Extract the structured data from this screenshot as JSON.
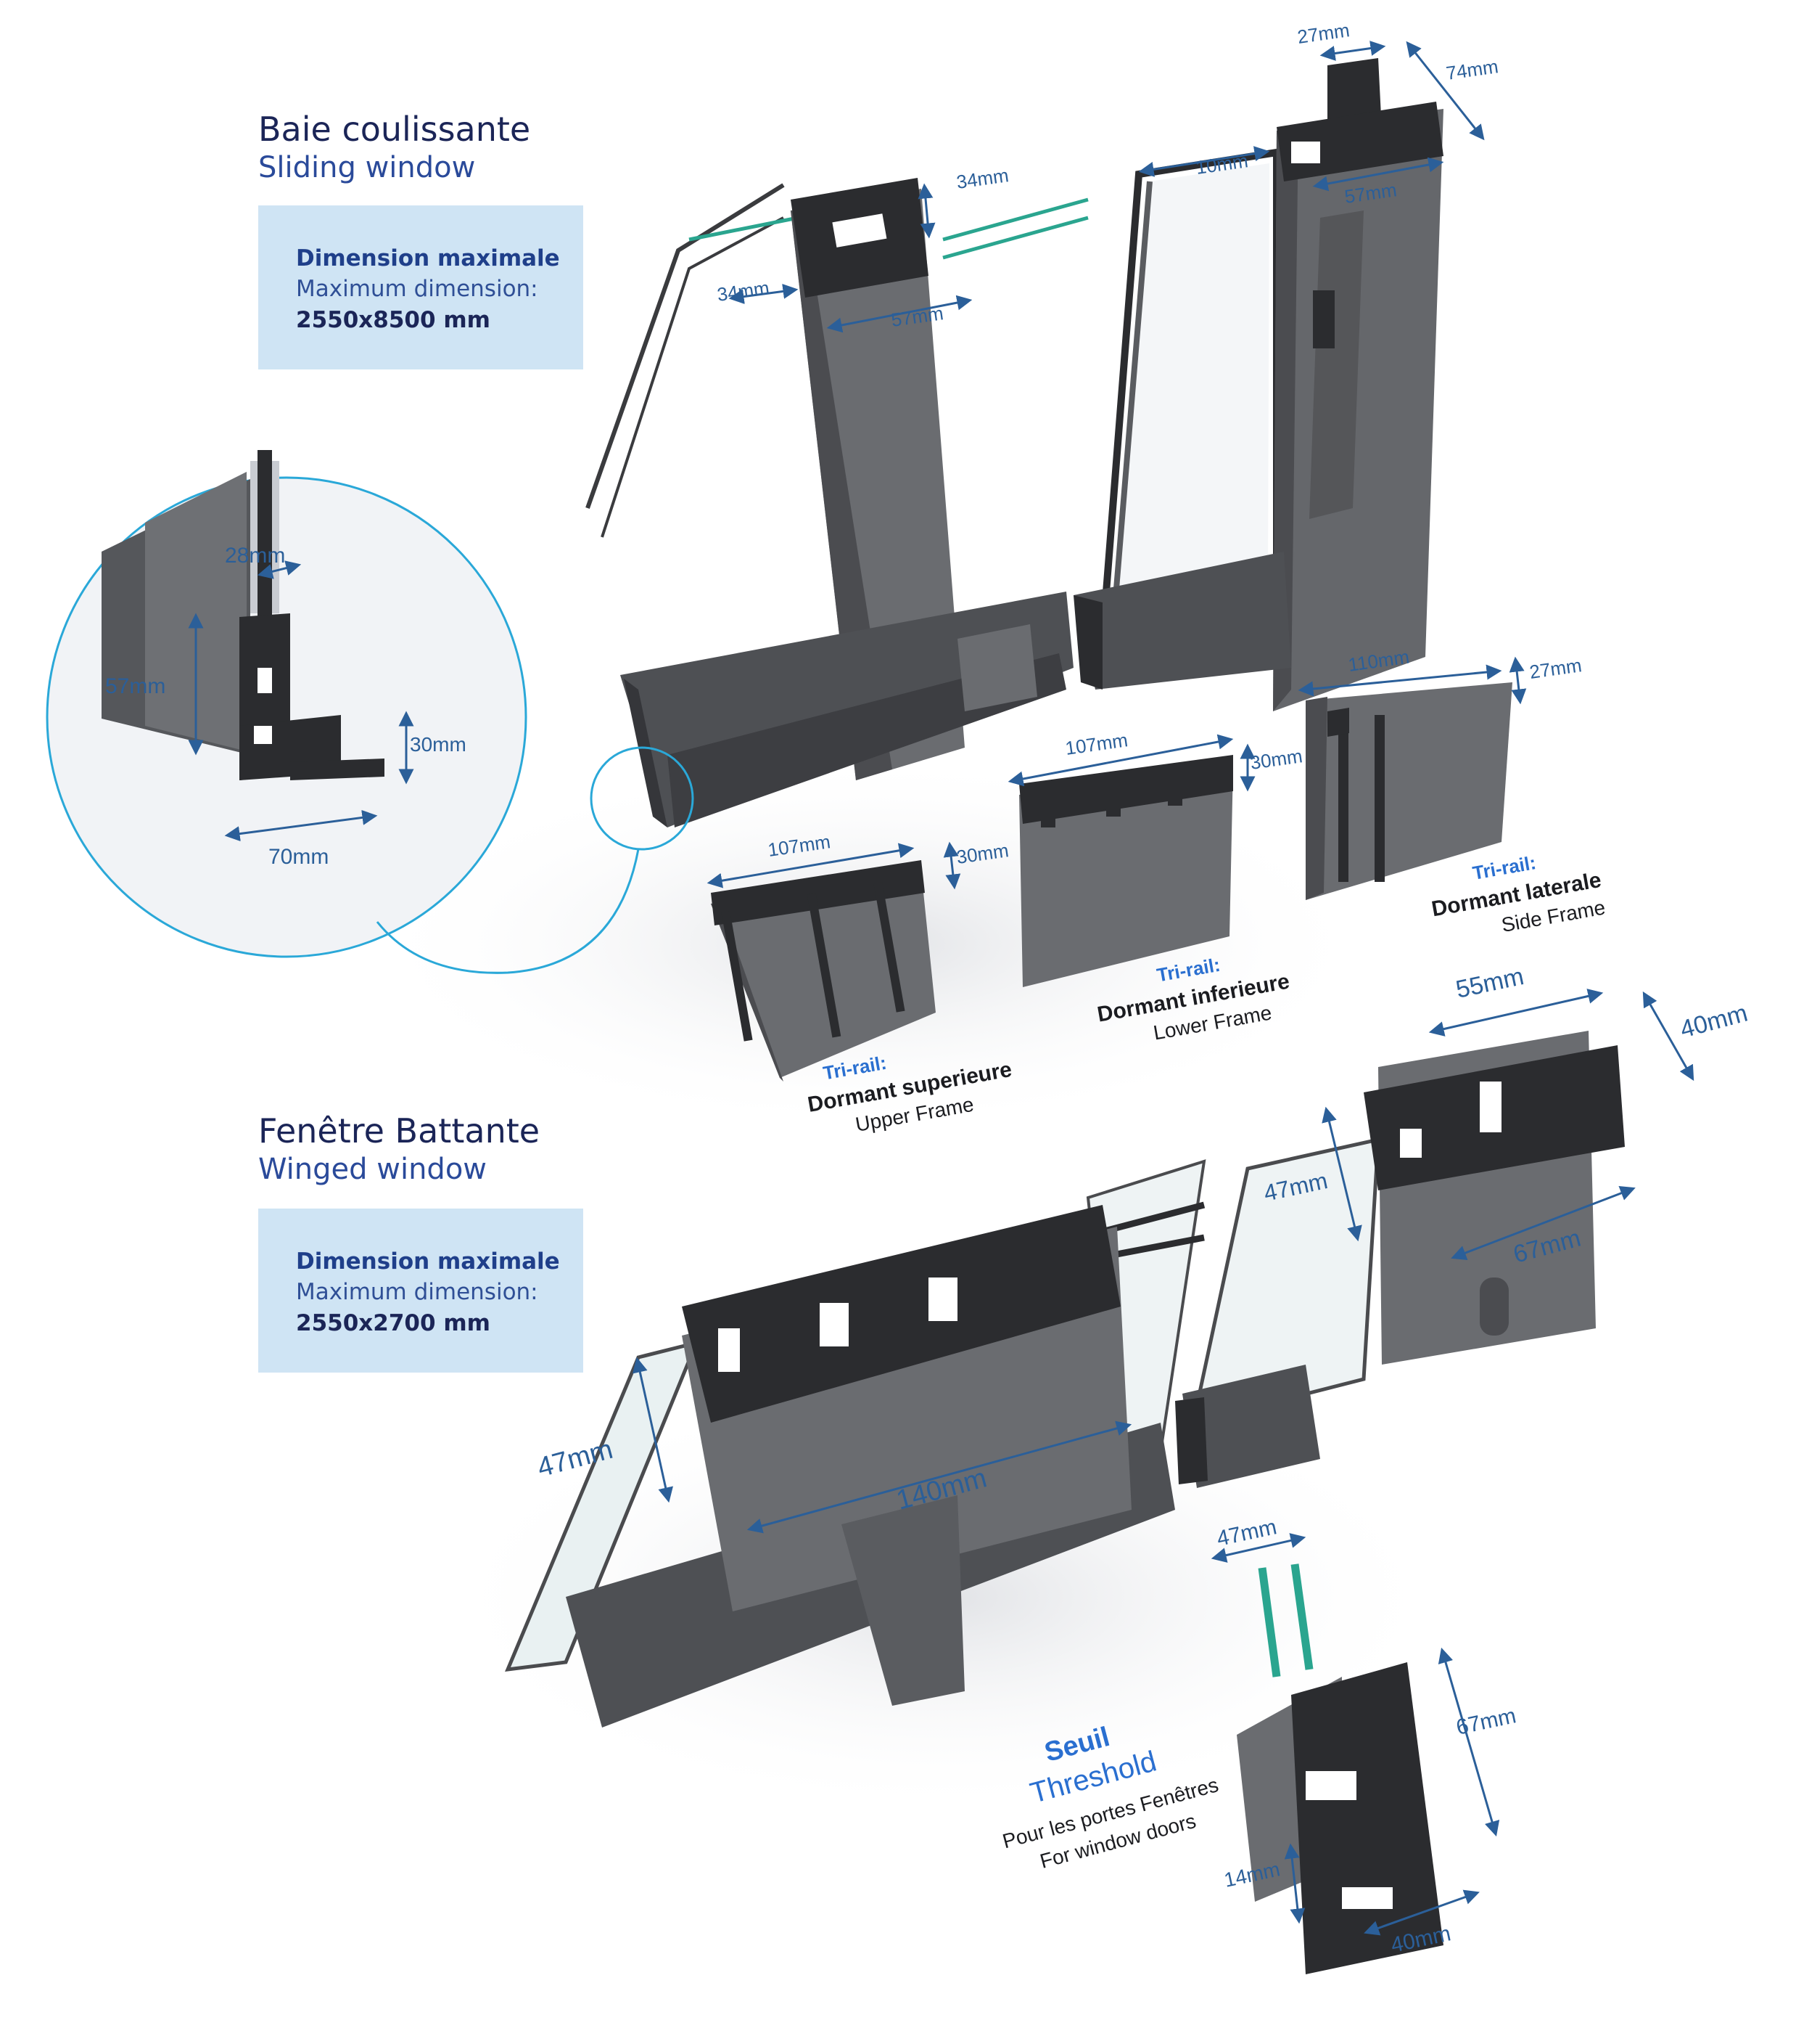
{
  "sliding": {
    "title_fr": "Baie coulissante",
    "title_en": "Sliding window",
    "dim_label_fr": "Dimension maximale",
    "dim_label_en": "Maximum dimension:",
    "dim_value": "2550x8500 mm"
  },
  "winged": {
    "title_fr": "Fenêtre Battante",
    "title_en": "Winged window",
    "dim_label_fr": "Dimension maximale",
    "dim_label_en": "Maximum dimension:",
    "dim_value": "2550x2700 mm"
  },
  "dimensions": {
    "sliding_mullion_top": "34mm",
    "sliding_mullion_left": "34mm",
    "sliding_mullion_width": "57mm",
    "sliding_sash_top": "27mm",
    "sliding_sash_right": "74mm",
    "sliding_sash_glass": "10mm",
    "sliding_sash_width": "57mm",
    "detail_glass": "28mm",
    "detail_height": "57mm",
    "detail_rail": "30mm",
    "detail_width": "70mm",
    "upper_width": "107mm",
    "upper_height": "30mm",
    "lower_width": "107mm",
    "lower_height": "30mm",
    "side_width": "110mm",
    "side_height": "27mm",
    "winged_width": "140mm",
    "winged_left": "47mm",
    "winged_sash_width": "55mm",
    "winged_sash_height": "40mm",
    "winged_sash_left": "47mm",
    "winged_sash_bottom": "67mm",
    "threshold_top": "47mm",
    "threshold_height": "67mm",
    "threshold_step": "14mm",
    "threshold_width": "40mm"
  },
  "labels": {
    "upper_prefix": "Tri-rail:",
    "upper_fr": "Dormant superieure",
    "upper_en": "Upper Frame",
    "lower_prefix": "Tri-rail:",
    "lower_fr": "Dormant inferieure",
    "lower_en": "Lower Frame",
    "side_prefix": "Tri-rail:",
    "side_fr": "Dormant laterale",
    "side_en": "Side Frame",
    "threshold_fr": "Seuil",
    "threshold_en": "Threshold",
    "threshold_desc_fr": "Pour les portes Fenêtres",
    "threshold_desc_en": "For window doors"
  },
  "colors": {
    "profile": "#5f6165",
    "profile_dark": "#2b2c2f",
    "dimension_line": "#2b5f99",
    "glass": "#2aa58f",
    "accent_blue": "#2a6fd0",
    "box": "#cfe4f4",
    "heading": "#1b2557"
  }
}
